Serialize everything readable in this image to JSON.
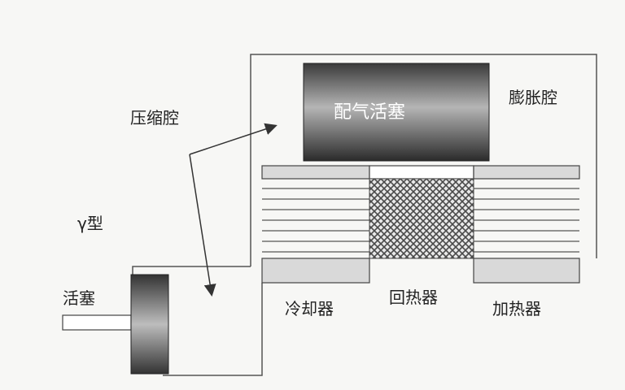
{
  "labels": {
    "compression_chamber": "压缩腔",
    "expansion_chamber": "膨胀腔",
    "displacer_piston": "配气活塞",
    "gamma_type": "γ型",
    "piston": "活塞",
    "cooler": "冷却器",
    "regenerator": "回热器",
    "heater": "加热器"
  }
}
